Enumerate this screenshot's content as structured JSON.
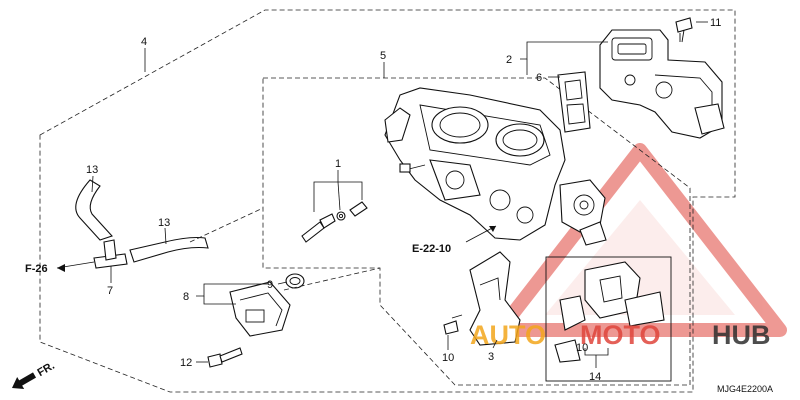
{
  "diagram": {
    "part_labels": {
      "p1": "1",
      "p2": "2",
      "p3": "3",
      "p4": "4",
      "p5": "5",
      "p6": "6",
      "p7": "7",
      "p8": "8",
      "p9": "9",
      "p10a": "10",
      "p10b": "10",
      "p11": "11",
      "p12": "12",
      "p13a": "13",
      "p13b": "13",
      "p14": "14"
    },
    "refs": {
      "f26": "F-26",
      "e2210": "E-22-10"
    },
    "fr_arrow": "FR.",
    "drawing_code": "MJG4E2200A"
  },
  "watermark": {
    "text_a": "AUTO",
    "text_b": "MOTO",
    "text_c": "HUB",
    "colors": {
      "red": "#e0453c",
      "orange": "#f3a61c",
      "dark": "#2f2f2f"
    }
  }
}
